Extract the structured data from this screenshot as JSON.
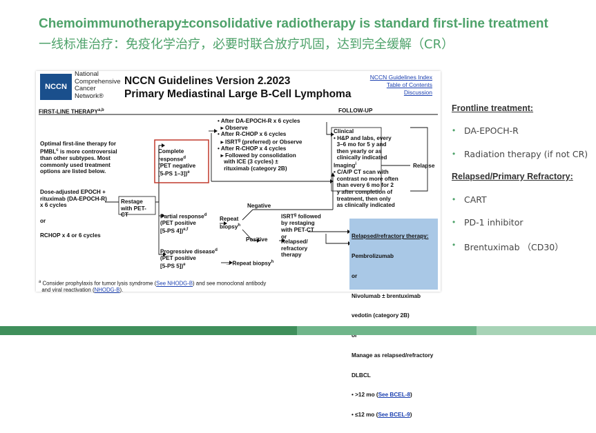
{
  "slide": {
    "title": "Chemoimmunotherapy±consolidative radiotherapy is standard first-line treatment",
    "subtitle": "一线标准治疗：免疫化学治疗，必要时联合放疗巩固，达到完全缓解（CR）"
  },
  "doc": {
    "logo": "NCCN",
    "logo_text": [
      "National",
      "Comprehensive",
      "Cancer",
      "Network®"
    ],
    "title_line1": "NCCN Guidelines Version 2.2023",
    "title_line2": "Primary Mediastinal Large B-Cell Lymphoma",
    "links": [
      "NCCN Guidelines Index",
      "Table of Contents",
      "Discussion"
    ],
    "first_line_header": "FIRST-LINE THERAPY",
    "first_line_sup": "a,b",
    "follow_up_header": "FOLLOW-UP",
    "intro": [
      "Optimal first-line therapy for",
      "PMBL",
      "c",
      " is more controversial",
      "than other subtypes. Most",
      "commonly used treatment",
      "options are listed below."
    ],
    "regimen": [
      "Dose-adjusted EPOCH +",
      "rituximab (DA-EPOCH-R)",
      "x 6 cycles",
      "or",
      "RCHOP x 4 or 6 cycles"
    ],
    "restage": [
      "Restage",
      "with PET-",
      "CT"
    ],
    "complete": [
      "Complete",
      "response",
      "d",
      "(PET negative",
      "[5-PS 1–3])",
      "e"
    ],
    "partial": [
      "Partial response",
      "d",
      "(PET positive",
      "[5-PS 4])",
      "e,f"
    ],
    "progressive": [
      "Progressive disease",
      "d",
      "(PET positive",
      "[5-PS 5])",
      "e"
    ],
    "after_cr": [
      "• After DA-EPOCH-R x 6 cycles",
      "▸ Observe",
      "• After R-CHOP x 6 cycles",
      "▸ ISRT",
      "g",
      " (preferred) or Observe",
      "• After R-CHOP x 4 cycles",
      "▸ Followed by consolidation",
      "with ICE (3 cycles) ±",
      "rituximab (category 2B)"
    ],
    "repeat_biopsy": [
      "Repeat",
      "biopsy",
      "h"
    ],
    "negative": "Negative",
    "positive": "Positive",
    "isrt_restage": [
      "ISRT",
      "g",
      " followed",
      "by restaging",
      "with PET-CT",
      "or"
    ],
    "relapsed_refractory": [
      "Relapsed/",
      "refractory",
      "therapy"
    ],
    "repeat_biopsy_2": "→ Repeat biopsy",
    "repeat_biopsy_2_sup": "h",
    "clinical": [
      "Clinical",
      "• H&P and labs, every",
      "3–6 mo for 5 y and",
      "then yearly or as",
      "clinically indicated",
      "Imaging",
      "i",
      "• C/A/P CT scan with",
      "contrast no more often",
      "than every 6 mo for 2",
      "y after completion of",
      "treatment, then only",
      "as clinically indicated"
    ],
    "relapse": "Relapse",
    "relapsed_box": {
      "heading": "Relapsed/refractory therapy:",
      "l1": "Pembrolizumab",
      "or1": "or",
      "l2": "Nivolumab ± brentuximab",
      "l3": "vedotin (category 2B)",
      "or2": "or",
      "l4": "Manage as relapsed/refractory",
      "l5": "DLBCL",
      "b1": "• >12 mo (",
      "b1_link": "See BCEL-8",
      "b1_end": ")",
      "b2": "• ≤12 mo (",
      "b2_link": "See BCEL-9",
      "b2_end": ")"
    },
    "footnote_sup": "a",
    "footnote_1": " Consider prophylaxis for tumor lysis syndrome (",
    "footnote_link1": "See NHODG-B",
    "footnote_2": ") and see monoclonal antibody",
    "footnote_3": "and viral reactivation (",
    "footnote_link2": "NHODG-B",
    "footnote_4": ")."
  },
  "right_panel": {
    "frontline_heading": "Frontline treatment:",
    "frontline_items": [
      "DA-EPOCH-R",
      "Radiation therapy (if not CR)"
    ],
    "relapsed_heading": "Relapsed/Primary Refractory:",
    "relapsed_items": [
      "CART",
      "PD-1 inhibitor",
      "Brentuximab （CD30）"
    ],
    "bullet": "•"
  },
  "colors": {
    "accent_green": "#4ea26a",
    "nccn_blue": "#1a4f8c",
    "link_blue": "#1a3fb0",
    "relapsed_box_bg": "#a9c8e6",
    "highlight_red": "#c0392b",
    "bar_colors": [
      "#3f8f5b",
      "#6fb58a",
      "#a7d3b6"
    ]
  }
}
